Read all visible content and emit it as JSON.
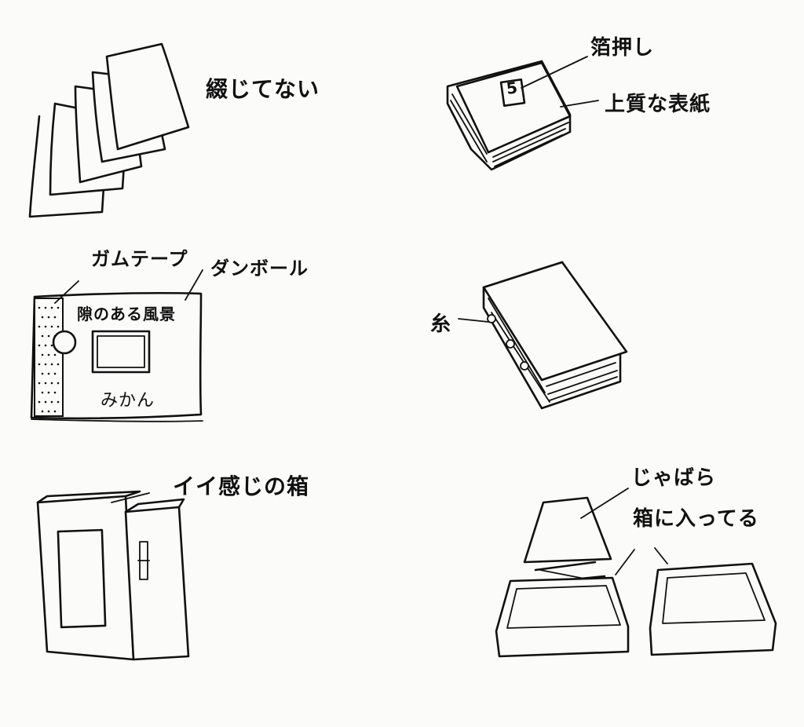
{
  "sketches": {
    "loose_pages": {
      "label": "綴じてない"
    },
    "hardcover": {
      "leader_label_stamp": "箔押し",
      "leader_label_cover": "上質な表紙",
      "cover_number": "5"
    },
    "cardboard_box": {
      "tape_label": "ガムテープ",
      "cardboard_label": "ダンボール",
      "box_title": "隙のある風景",
      "box_print": "みかん"
    },
    "sewn_book": {
      "thread_label": "糸"
    },
    "nice_box": {
      "label": "イイ感じの箱"
    },
    "accordion_box": {
      "accordion_label": "じゃばら",
      "in_box_label": "箱に入ってる"
    }
  }
}
